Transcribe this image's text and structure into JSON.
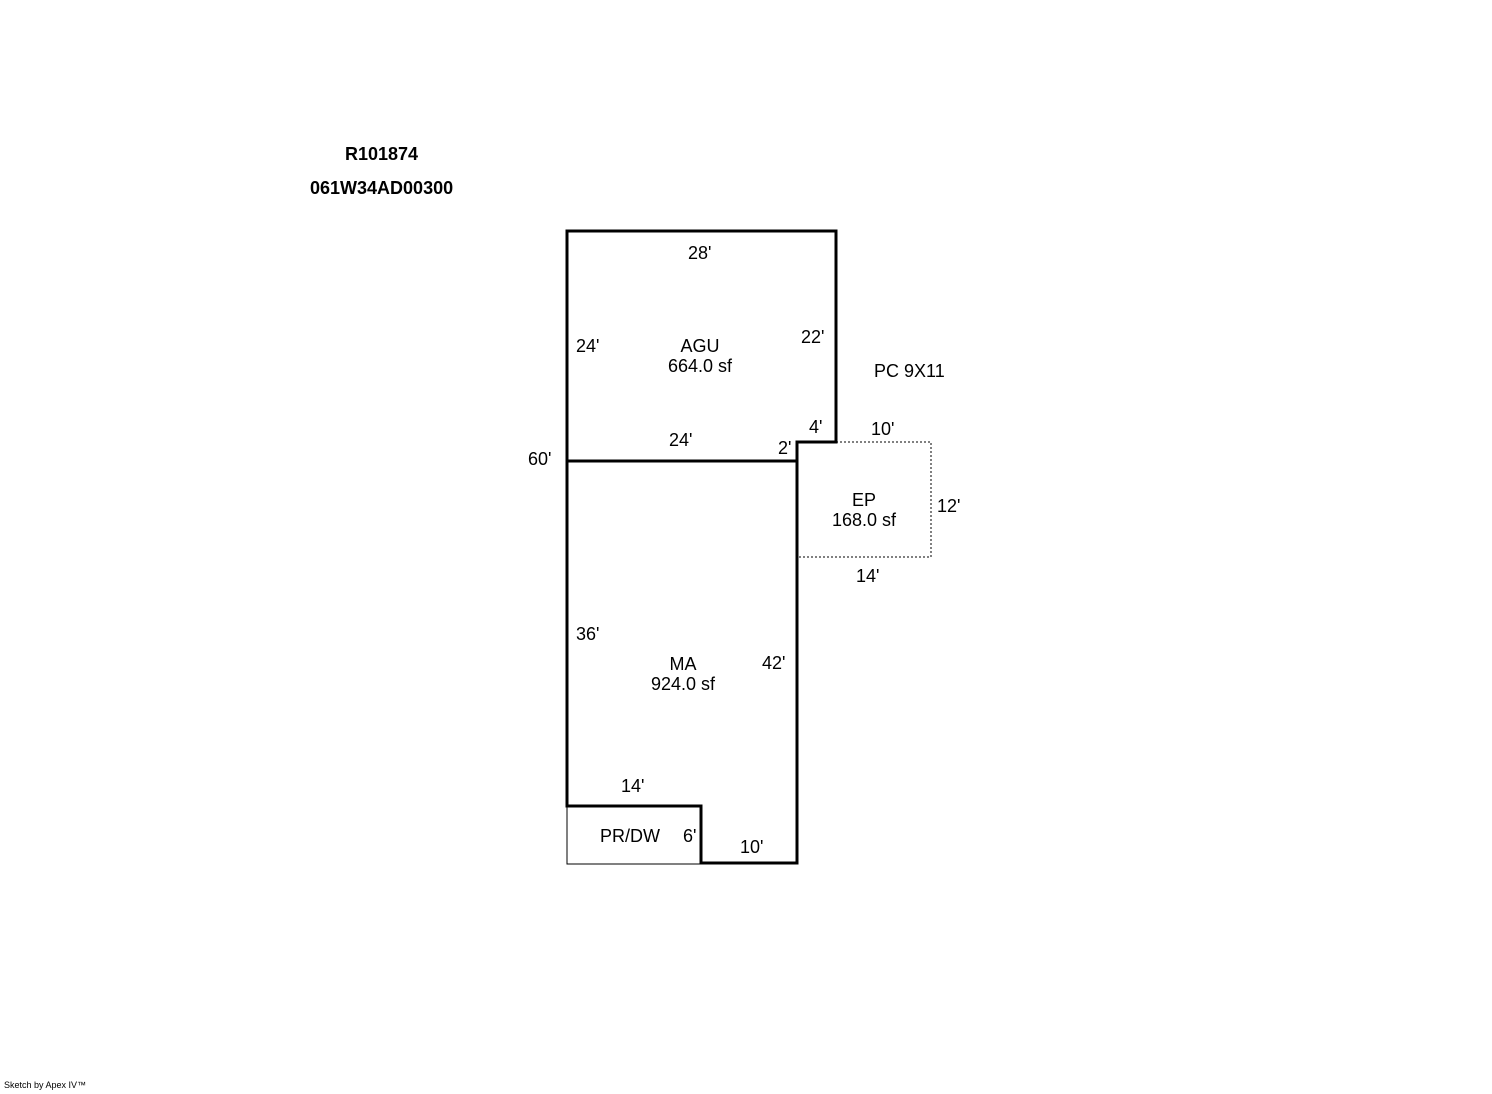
{
  "header": {
    "parcel_id": "R101874",
    "map_number": "061W34AD00300"
  },
  "sketch": {
    "areas": {
      "agu": {
        "code": "AGU",
        "sf": "664.0 sf"
      },
      "ma": {
        "code": "MA",
        "sf": "924.0 sf"
      },
      "ep": {
        "code": "EP",
        "sf": "168.0 sf"
      },
      "prdw": {
        "code": "PR/DW"
      }
    },
    "dims": {
      "agu_top": "28'",
      "agu_left": "24'",
      "agu_right": "22'",
      "agu_bottom": "24'",
      "jog_top": "4'",
      "jog_bottom": "2'",
      "overall_left": "60'",
      "ep_top": "10'",
      "ep_right": "12'",
      "ep_bottom": "14'",
      "ma_left": "36'",
      "ma_right": "42'",
      "ma_notch_top": "14'",
      "ma_notch_side": "6'",
      "ma_bottom": "10'"
    },
    "note": "PC 9X11"
  },
  "footer": {
    "credit": "Sketch by Apex IV™"
  }
}
